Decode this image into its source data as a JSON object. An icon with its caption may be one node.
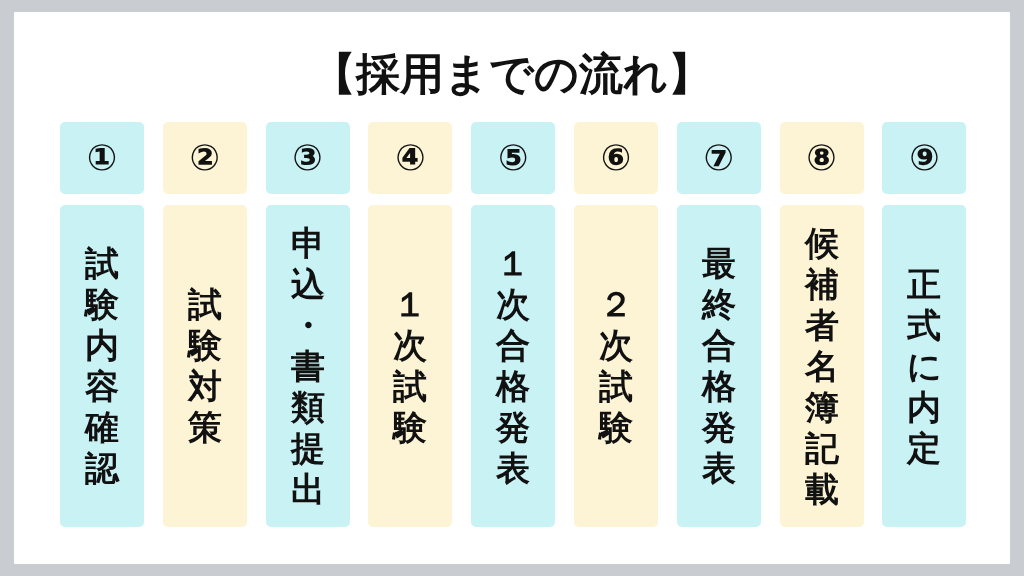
{
  "diagram": {
    "title": "【採用までの流れ】",
    "nodes": [
      {
        "text": [
          "①"
        ]
      },
      {
        "text": [
          "試験内容確認"
        ]
      },
      {
        "text": [
          "②"
        ]
      },
      {
        "text": [
          "試験対策"
        ]
      },
      {
        "text": [
          "③"
        ]
      },
      {
        "text": [
          "申込・書類提出"
        ]
      },
      {
        "text": [
          "④"
        ]
      },
      {
        "text": [
          "１次試験"
        ]
      },
      {
        "text": [
          "⑤"
        ]
      },
      {
        "text": [
          "１次合格発表"
        ]
      },
      {
        "text": [
          "⑥"
        ]
      },
      {
        "text": [
          "２次試験"
        ]
      },
      {
        "text": [
          "⑦"
        ]
      },
      {
        "text": [
          "最終合格発表"
        ]
      },
      {
        "text": [
          "⑧"
        ]
      },
      {
        "text": [
          "候補者名簿記載"
        ]
      },
      {
        "text": [
          "⑨"
        ]
      },
      {
        "text": [
          "正式に内定"
        ]
      }
    ],
    "edges": []
  }
}
